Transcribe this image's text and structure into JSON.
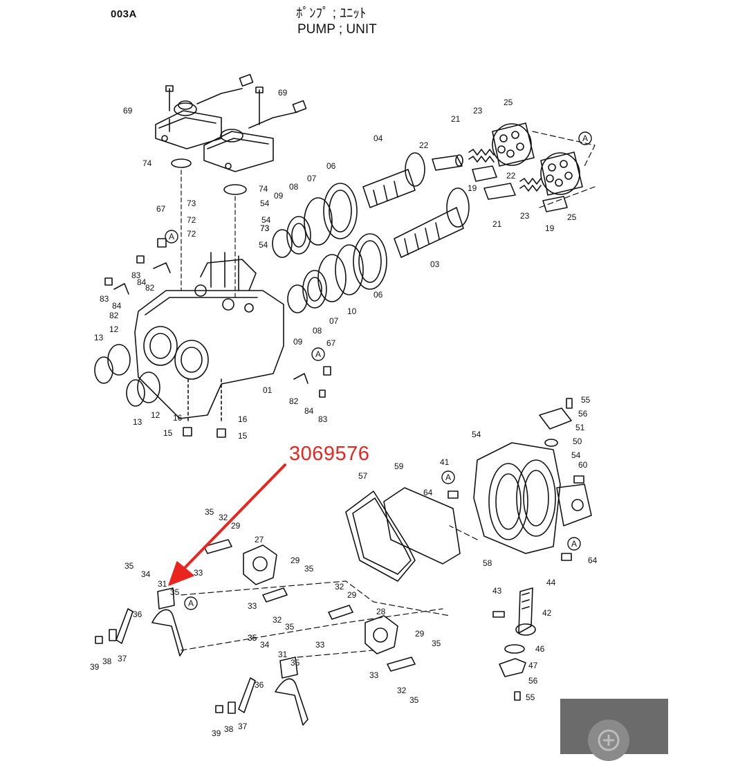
{
  "header": {
    "page_code": "003A",
    "title_jp": "ﾎﾟﾝﾌﾟ ; ﾕﾆｯﾄ",
    "title_en": "PUMP ; UNIT"
  },
  "annotation": {
    "part_number": "3069576",
    "color": "#e8251f"
  },
  "callouts": {
    "upper": [
      "69",
      "69",
      "74",
      "74",
      "73",
      "54",
      "72",
      "54",
      "73",
      "72",
      "73",
      "54",
      "67",
      "A",
      "83",
      "84",
      "82",
      "83",
      "84",
      "82",
      "13",
      "12",
      "13",
      "12",
      "16",
      "15",
      "16",
      "15",
      "01",
      "82",
      "84",
      "83",
      "67",
      "A",
      "09",
      "08",
      "07",
      "06",
      "09",
      "08",
      "07",
      "10",
      "06",
      "04",
      "03",
      "22",
      "21",
      "23",
      "25",
      "A",
      "22",
      "19",
      "21",
      "23",
      "19",
      "25"
    ],
    "lower": [
      "55",
      "56",
      "51",
      "54",
      "50",
      "54",
      "41",
      "60",
      "A",
      "64",
      "A",
      "64",
      "58",
      "44",
      "43",
      "42",
      "46",
      "47",
      "56",
      "55",
      "57",
      "59",
      "35",
      "32",
      "29",
      "27",
      "33",
      "29",
      "35",
      "35",
      "34",
      "31",
      "35",
      "A",
      "33",
      "32",
      "35",
      "36",
      "37",
      "39",
      "38",
      "35",
      "32",
      "29",
      "28",
      "33",
      "29",
      "35",
      "35",
      "34",
      "31",
      "35",
      "36",
      "37",
      "39",
      "38",
      "33",
      "32",
      "35"
    ]
  },
  "ui": {
    "zoom_icon": "zoom-in-icon"
  }
}
